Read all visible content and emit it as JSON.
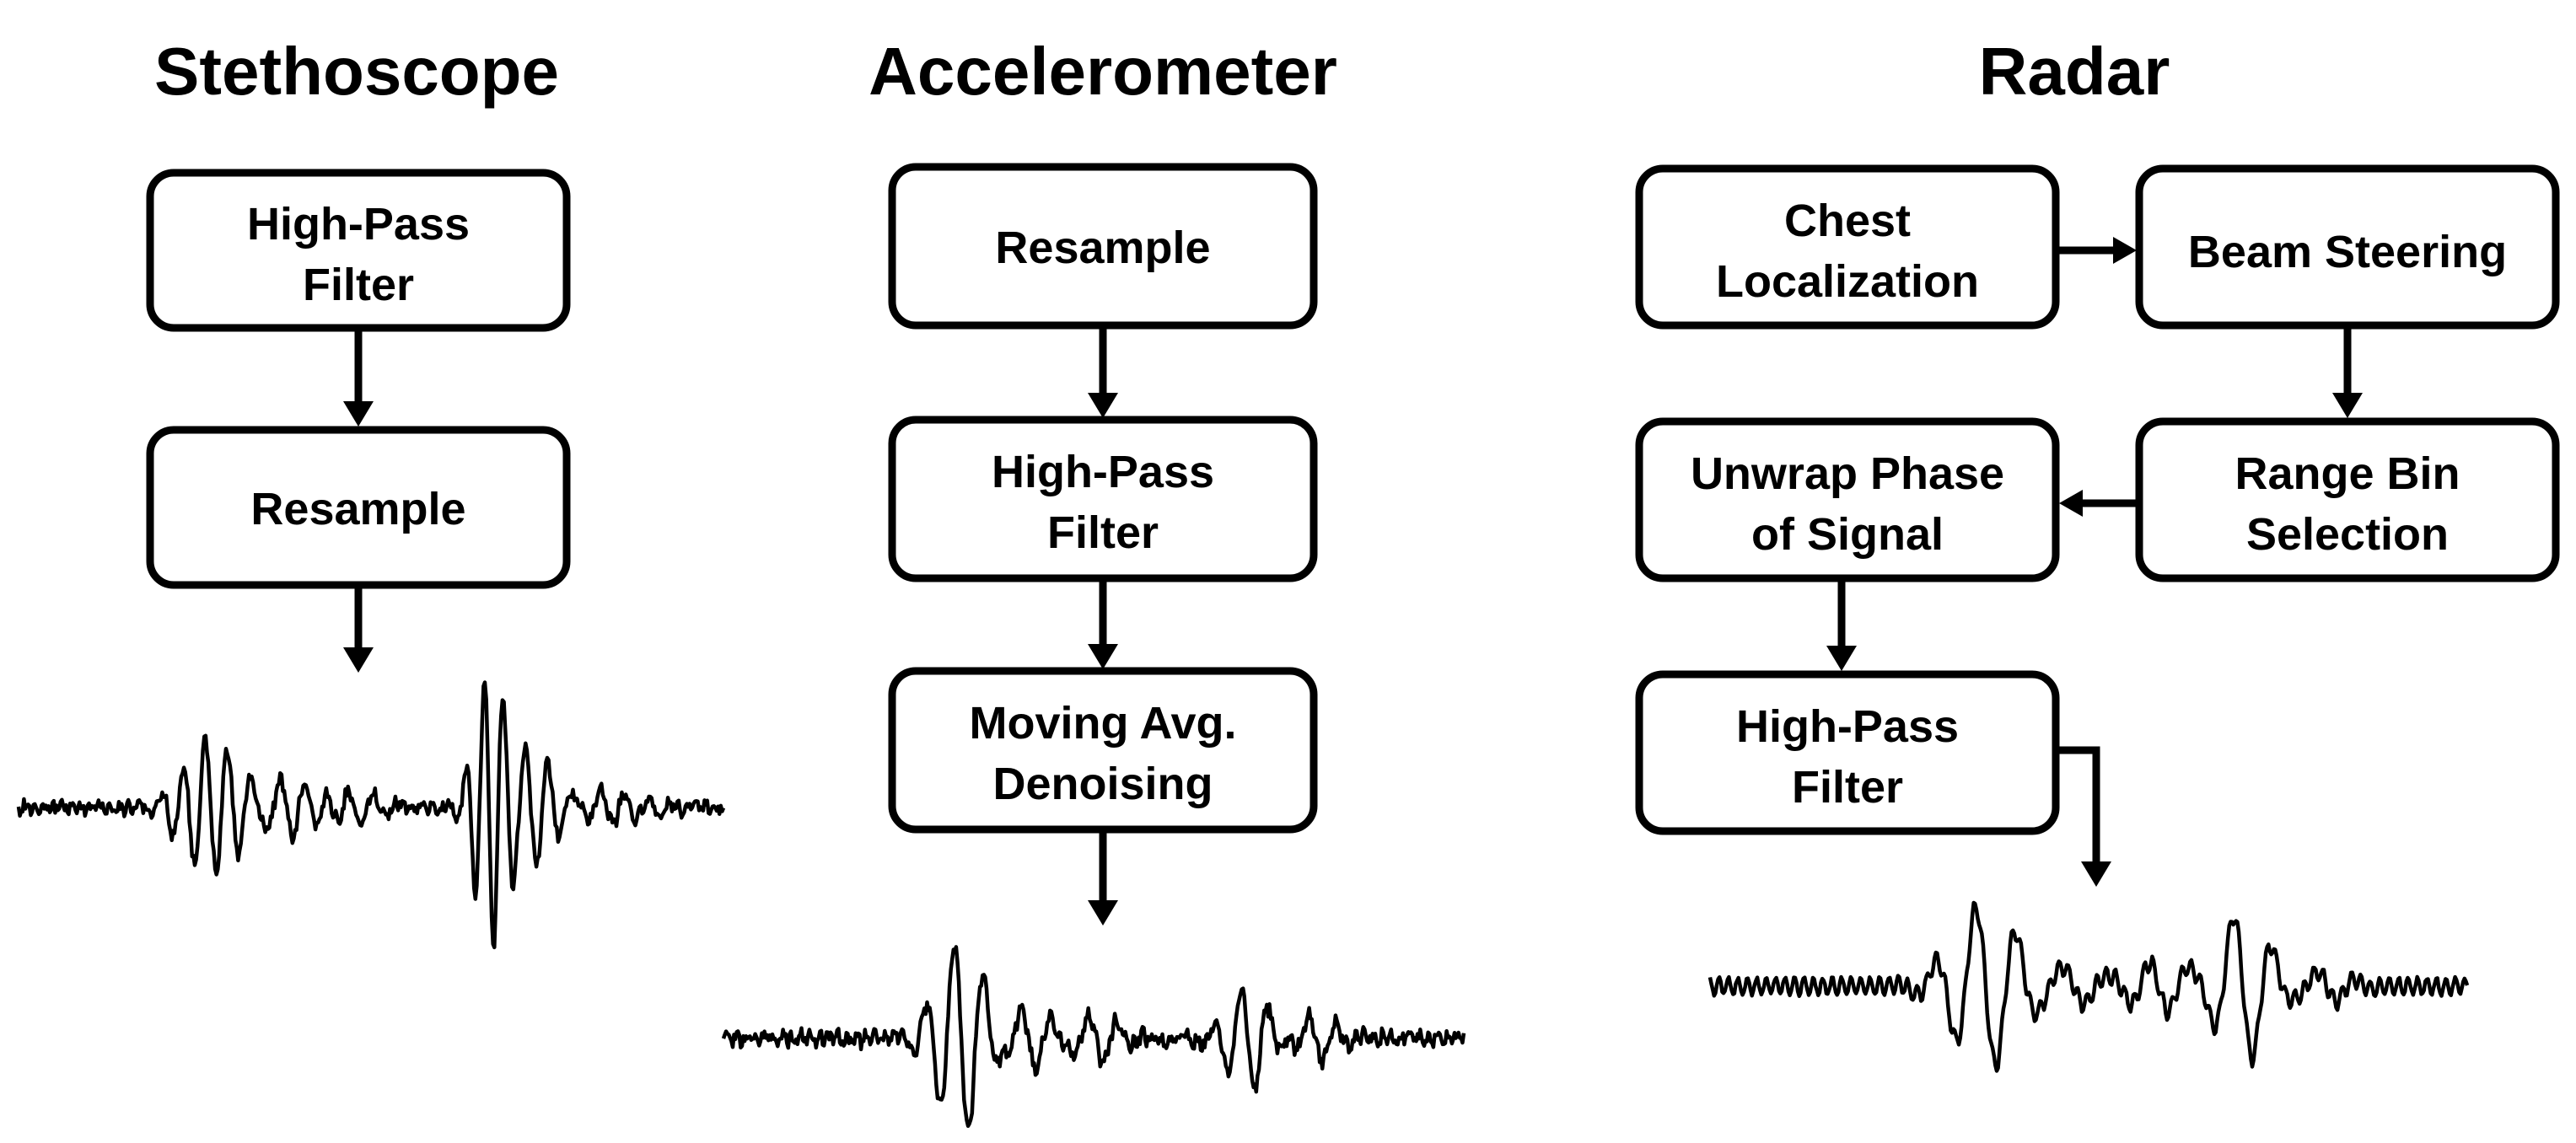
{
  "columns": {
    "stethoscope": {
      "title": "Stethoscope",
      "steps": [
        [
          "High-Pass",
          "Filter"
        ],
        [
          "Resample"
        ]
      ]
    },
    "accelerometer": {
      "title": "Accelerometer",
      "steps": [
        [
          "Resample"
        ],
        [
          "High-Pass",
          "Filter"
        ],
        [
          "Moving Avg.",
          "Denoising"
        ]
      ]
    },
    "radar": {
      "title": "Radar",
      "steps": [
        [
          "Chest",
          "Localization"
        ],
        [
          "Beam Steering"
        ],
        [
          "Range Bin",
          "Selection"
        ],
        [
          "Unwrap Phase",
          "of Signal"
        ],
        [
          "High-Pass",
          "Filter"
        ]
      ]
    }
  }
}
